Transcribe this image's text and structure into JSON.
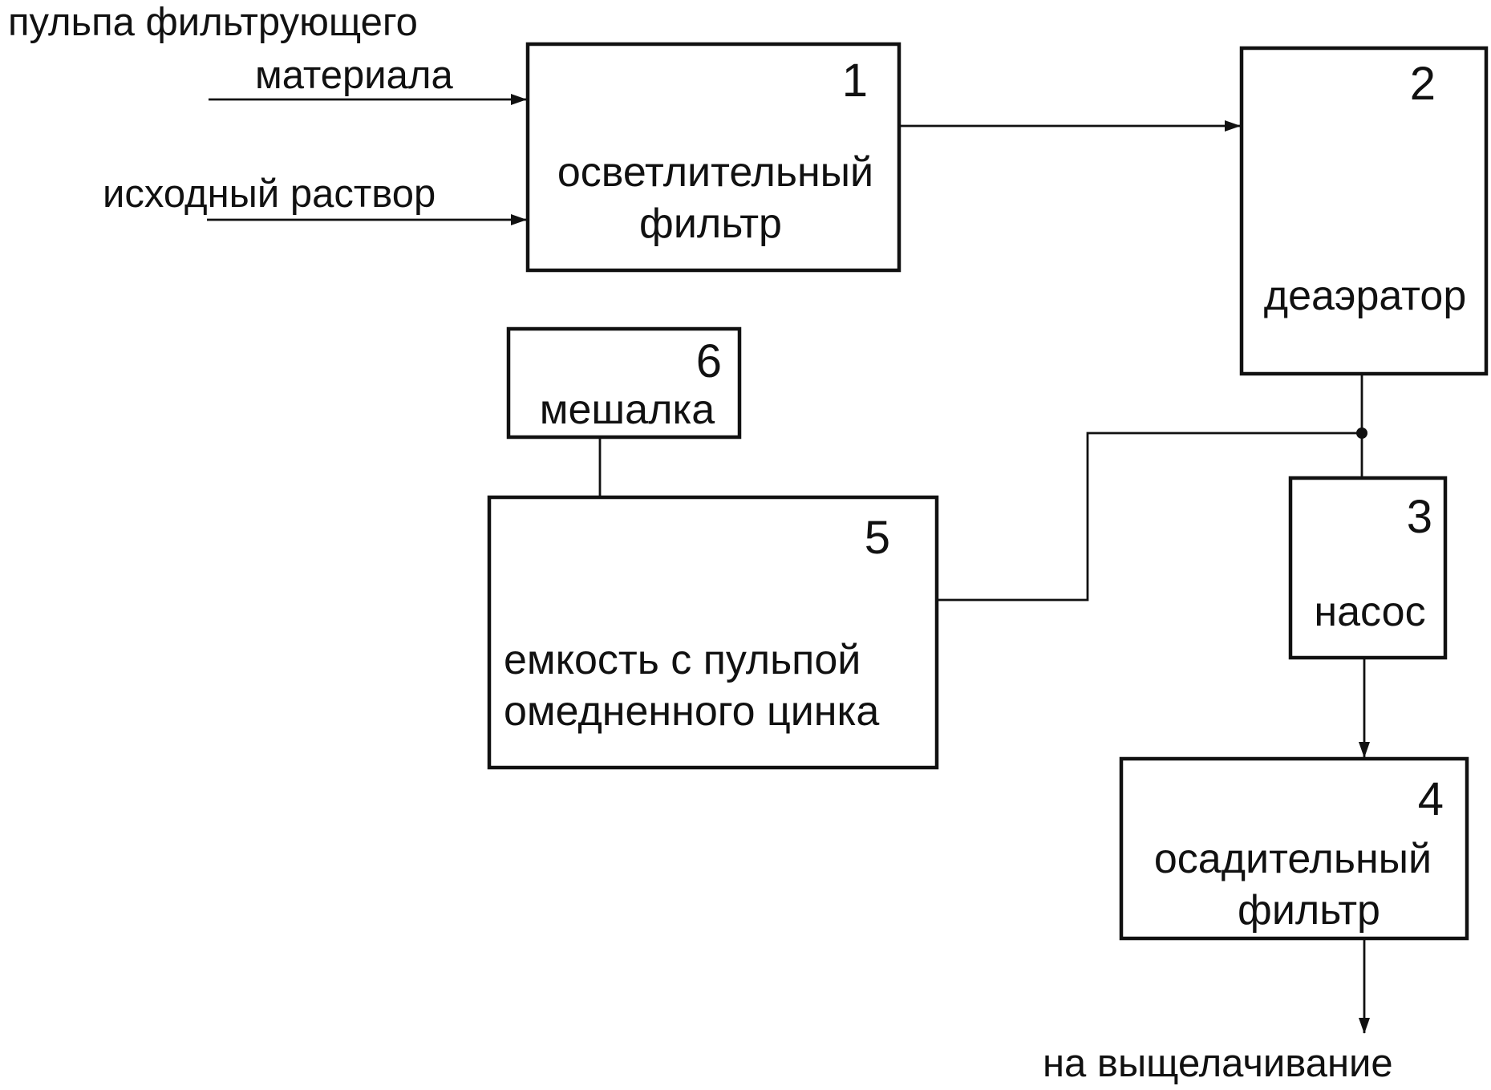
{
  "inputs": {
    "filter_pulp_line1": "пульпа фильтрующего",
    "filter_pulp_line2": "материала",
    "source_solution": "исходный раствор"
  },
  "output": {
    "leaching": "на выщелачивание"
  },
  "blocks": {
    "clarifying_filter": {
      "number": "1",
      "line1": "осветлительный",
      "line2": "фильтр"
    },
    "deaerator": {
      "number": "2",
      "line1": "деаэратор"
    },
    "pump": {
      "number": "3",
      "line1": "насос"
    },
    "precipitation_filter": {
      "number": "4",
      "line1": "осадительный",
      "line2": "фильтр"
    },
    "tank": {
      "number": "5",
      "line1": "емкость с пульпой",
      "line2": "омедненного цинка"
    },
    "mixer": {
      "number": "6",
      "line1": "мешалка"
    }
  },
  "colors": {
    "stroke": "#111111",
    "background": "#ffffff"
  }
}
